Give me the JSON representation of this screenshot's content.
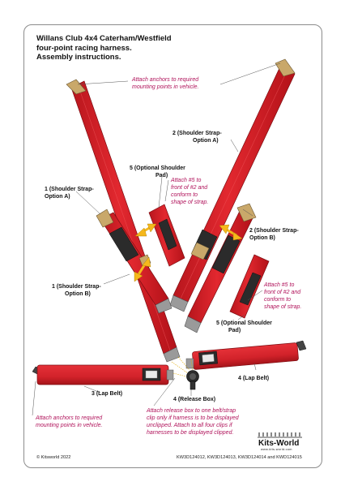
{
  "title": {
    "line1": "Willans Club 4x4 Caterham/Westfield",
    "line2": "four-point racing harness.",
    "line3": "Assembly instructions."
  },
  "labels": {
    "shoulder_1a": [
      "1 (Shoulder Strap-",
      "Option A)"
    ],
    "shoulder_1b": [
      "1 (Shoulder Strap-",
      "Option B)"
    ],
    "shoulder_2a": [
      "2 (Shoulder Strap-",
      "Option A)"
    ],
    "shoulder_2b": [
      "2 (Shoulder Strap-",
      "Option B)"
    ],
    "pad_5_top": [
      "5 (Optional Shoulder",
      "Pad)"
    ],
    "pad_5_bottom": [
      "5 (Optional Shoulder",
      "Pad)"
    ],
    "lap_3": "3 (Lap Belt)",
    "lap_4": "4 (Lap Belt)",
    "release_box": "4 (Release Box)"
  },
  "notes": {
    "anchors_top": [
      "Attach anchors to required",
      "mounting points in vehicle."
    ],
    "pad_top": [
      "Attach #5 to",
      "front of #2 and",
      "conform to",
      "shape of strap."
    ],
    "pad_right": [
      "Attach #5 to",
      "front of #2 and",
      "conform to",
      "shape of strap."
    ],
    "anchors_bottom": [
      "Attach anchors to required",
      "mounting points in vehicle."
    ],
    "release": [
      "Attach release box to one belt/strap",
      "clip only if harness is to be displayed",
      "unclipped. Attach to all four clips if",
      "harnesses to be displayed clipped."
    ]
  },
  "footer": {
    "copyright": "© Kitsworld 2022",
    "part_numbers": "KW3D124012, KW3D124013, KW3D124014 and KWD124015",
    "brand": "Kits-World",
    "brand_url": "www.kits-world.com"
  },
  "colors": {
    "strap": "#d8232a",
    "strap_dark": "#a3141a",
    "note_text": "#b0125a",
    "arrow": "#f5b81c",
    "buckle": "#c9a86a"
  }
}
